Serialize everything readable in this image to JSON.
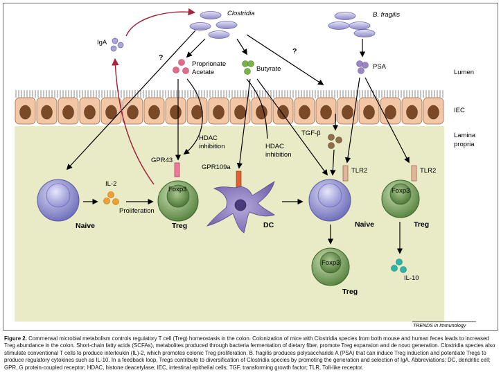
{
  "labels": {
    "clostridia": "Clostridia",
    "bfragilis": "B. fragilis",
    "iga": "IgA",
    "q1": "?",
    "q2": "?",
    "propionate": "Proprionate",
    "acetate": "Acetate",
    "butyrate": "Butyrate",
    "psa": "PSA",
    "lumen": "Lumen",
    "iec": "IEC",
    "lamina1": "Lamina",
    "lamina2": "propria",
    "tgfb": "TGF-β",
    "hdac1_l1": "HDAC",
    "hdac1_l2": "inhibition",
    "hdac2_l1": "HDAC",
    "hdac2_l2": "inhibition",
    "gpr43": "GPR43",
    "gpr109a": "GPR109a",
    "tlr2_a": "TLR2",
    "tlr2_b": "TLR2",
    "il2": "IL-2",
    "proliferation": "Proliferation",
    "naive1": "Naive",
    "treg1": "Treg",
    "dc": "DC",
    "naive2": "Naive",
    "treg2": "Treg",
    "treg3": "Treg",
    "foxp3_1": "Foxp3",
    "foxp3_2": "Foxp3",
    "foxp3_3": "Foxp3",
    "il10": "IL-10",
    "source": "TRENDS in Immunology"
  },
  "caption": {
    "figure_num": "Figure 2.",
    "text": "Commensal microbial metabolism controls regulatory T cell (Treg) homeostasis in the colon. Colonization of mice with Clostridia species from both mouse and human feces leads to increased Treg abundance in the colon. Short-chain fatty acids (SCFAs), metabolites produced through bacteria fermentation of dietary fiber, promote Treg expansion and de novo generation. Clostridia species also stimulate conventional T cells to produce interleukin (IL)-2, which promotes colonic Treg proliferation. B. fragilis produces polysaccharide A (PSA) that can induce Treg induction and potentiate Tregs to produce regulatory cytokines such as IL-10. In a feedback loop, Tregs contribute to diversification of Clostridia species by promoting the generation and selection of IgA. Abbreviations: DC, dendritic cell; GPR, G protein-coupled receptor; HDAC, histone deacetylase; IEC, intestinal epithelial cells; TGF, transforming growth factor; TLR, Toll-like receptor."
  },
  "colors": {
    "lumen_bg": "#ffffff",
    "lamina_bg": "#e9ecc7",
    "iec_cell": "#f3c7a6",
    "iec_nucleus": "#7a4a28",
    "bacteria": "#a9a6d6",
    "naive_cell": "#8f8fd0",
    "treg_cell": "#6f9a55",
    "dc_cell": "#8b7fbd",
    "propionate_dots": "#e26b8a",
    "butyrate_dots": "#7ab34a",
    "psa_dots": "#9b86c4",
    "tgfb_dots": "#8f6f4a",
    "il2_dots": "#f0a030",
    "il10_dots": "#2fb3a8",
    "feedback_arrow": "#a3263a"
  }
}
